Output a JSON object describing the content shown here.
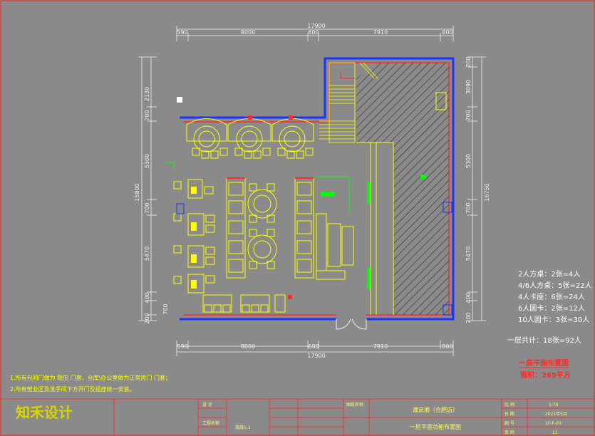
{
  "dimensions": {
    "top_total": "17900",
    "top_segments": [
      "590",
      "8000",
      "600",
      "7910",
      "800"
    ],
    "bottom_total": "17900",
    "bottom_segments": [
      "590",
      "8000",
      "600",
      "7910",
      "800"
    ],
    "left_total": "15800",
    "left_segments": [
      "2130",
      "700",
      "5300",
      "700",
      "5470",
      "400",
      "700",
      "200"
    ],
    "right_total": "16750",
    "right_segments": [
      "200",
      "3090",
      "700",
      "5300",
      "700",
      "5470",
      "400",
      "200"
    ]
  },
  "seat_summary": {
    "lines": [
      "2人方桌：2张=4人",
      "4/6人方桌：5张=22人",
      "4人卡座：6张=24人",
      "6人圆卡：2张=12人",
      "10人圆卡：3张=30人"
    ],
    "total": "一层共计：18张=92人"
  },
  "plan": {
    "title": "一层平面布置图",
    "area": "面积：265平方"
  },
  "notes": [
    "1.所有包间门做为 隐形 门套，仓库\\办公室做为正常房门 门套；",
    "2.所有营业区及洗手间下方开门及插座统一安装。"
  ],
  "title_block": {
    "logo": "知禾设计",
    "project": "潮流湘（合肥店）",
    "drawing": "一层平面功能布置图",
    "scale": "1:70",
    "date": "2021年5月",
    "number": "11",
    "sheet_code": "1F-F-00",
    "drawing_no": "施施1-1",
    "design_col": "设 计",
    "project_col_label": "工程名称",
    "drawing_col_label": "图纸名称",
    "scale_label": "比 例",
    "date_label": "日 期",
    "number_label": "图 号",
    "page_label": "页 码"
  },
  "colors": {
    "background": "#8a8a8a",
    "wall_outer": "#1a33ff",
    "wall_inner": "#ff2a2a",
    "furniture": "#ffff00",
    "annotation": "#00ff00",
    "hatch": "#333333"
  }
}
